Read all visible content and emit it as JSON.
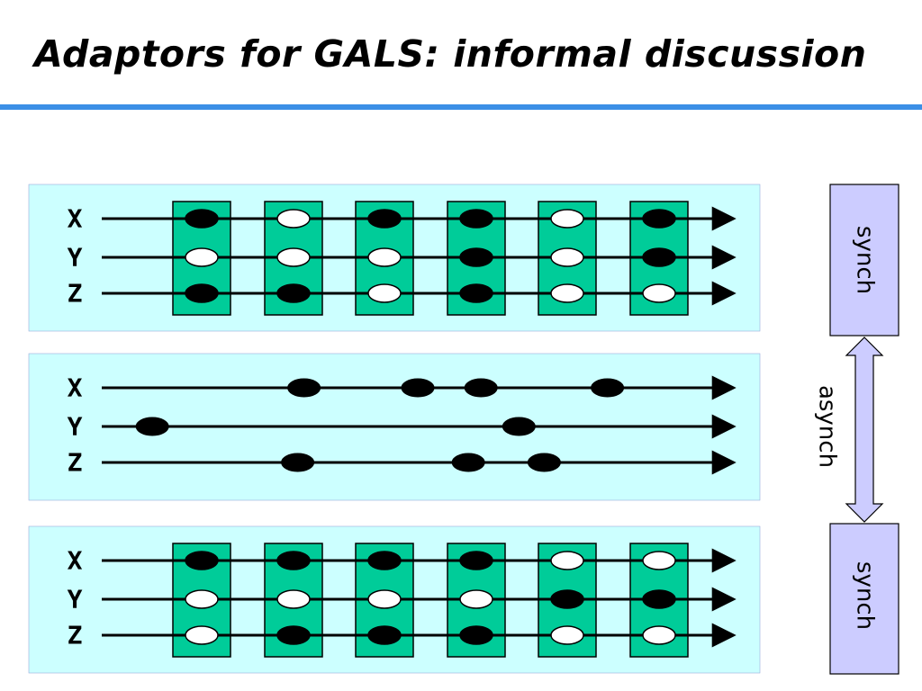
{
  "title": "Adaptors for GALS: informal discussion",
  "colors": {
    "panel": "#ccffff",
    "block": "#00cc99",
    "side_box": "#ccccff",
    "title_rule": "#3b8fe6"
  },
  "signals": [
    "X",
    "Y",
    "Z"
  ],
  "panels": [
    {
      "name": "synch-top",
      "mode": "clocked",
      "columns": [
        [
          1,
          0,
          1
        ],
        [
          0,
          0,
          1
        ],
        [
          1,
          0,
          0
        ],
        [
          1,
          1,
          1
        ],
        [
          0,
          0,
          0
        ],
        [
          1,
          1,
          0
        ]
      ]
    },
    {
      "name": "asynch-middle",
      "mode": "events",
      "events": [
        [
          0.32,
          0.5,
          0.6,
          0.8
        ],
        [
          0.08,
          0.66
        ],
        [
          0.31,
          0.58,
          0.7
        ]
      ]
    },
    {
      "name": "synch-bottom",
      "mode": "clocked",
      "columns": [
        [
          1,
          0,
          0
        ],
        [
          1,
          0,
          1
        ],
        [
          1,
          0,
          1
        ],
        [
          1,
          0,
          1
        ],
        [
          0,
          1,
          0
        ],
        [
          0,
          1,
          0
        ]
      ]
    }
  ],
  "side": {
    "top_label": "synch",
    "middle_label": "asynch",
    "bottom_label": "synch"
  }
}
